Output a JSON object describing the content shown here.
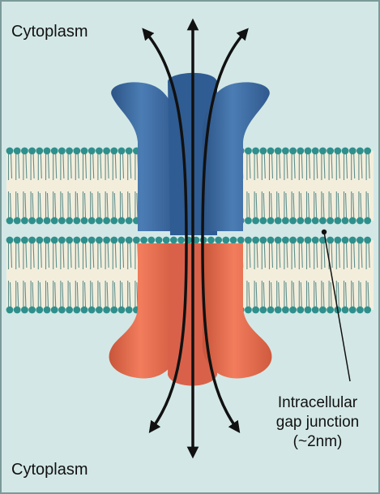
{
  "labels": {
    "top_region": "Cytoplasm",
    "bottom_region": "Cytoplasm",
    "callout_line1": "Intracellular",
    "callout_line2": "gap junction",
    "callout_line3": "(~2nm)"
  },
  "colors": {
    "background": "#d3e8e6",
    "border": "#7a9a99",
    "lipid_head": "#2f8f8c",
    "lipid_tail": "#5f8f8d",
    "membrane_core": "#f3eedc",
    "connexin_top": "#3f6fa6",
    "connexin_top_dark": "#2f5688",
    "connexin_bottom": "#ec7152",
    "connexin_bottom_dark": "#c8563a",
    "arrow": "#111111"
  },
  "icons": {
    "flow_arrows": "bidirectional-arrows-icon"
  }
}
